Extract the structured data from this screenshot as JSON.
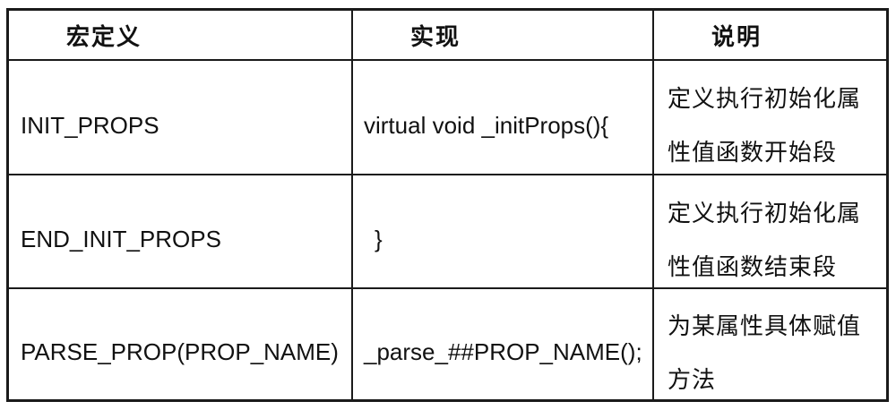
{
  "colors": {
    "border": "#1a1a1a",
    "text": "#111111",
    "background": "#ffffff"
  },
  "table": {
    "headers": [
      {
        "label": "宏定义"
      },
      {
        "label": "实现"
      },
      {
        "label": "说明"
      }
    ],
    "rows": [
      {
        "macro": "INIT_PROPS",
        "impl": "virtual void _initProps(){",
        "desc_line1": "定义执行初始化属",
        "desc_line2": "性值函数开始段"
      },
      {
        "macro": "END_INIT_PROPS",
        "impl": "}",
        "desc_line1": "定义执行初始化属",
        "desc_line2": "性值函数结束段"
      },
      {
        "macro": "PARSE_PROP(PROP_NAME)",
        "impl": "_parse_##PROP_NAME();",
        "desc_line1": "为某属性具体赋值",
        "desc_line2": "方法"
      }
    ]
  }
}
